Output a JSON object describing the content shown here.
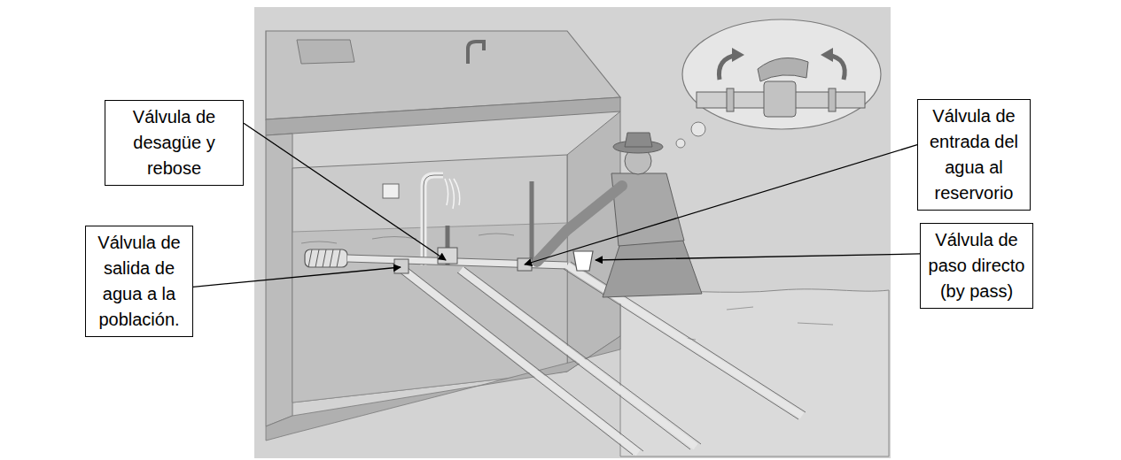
{
  "diagram": {
    "nodes": [
      {
        "text": [
          "Válvula de desagüe y rebose"
        ]
      },
      {
        "text": [
          "Válvula de entrada del agua al reservorio"
        ]
      },
      {
        "text": [
          "Válvula de salida de agua a la población."
        ]
      },
      {
        "text": [
          "Válvula de paso directo (by pass)"
        ]
      }
    ]
  }
}
